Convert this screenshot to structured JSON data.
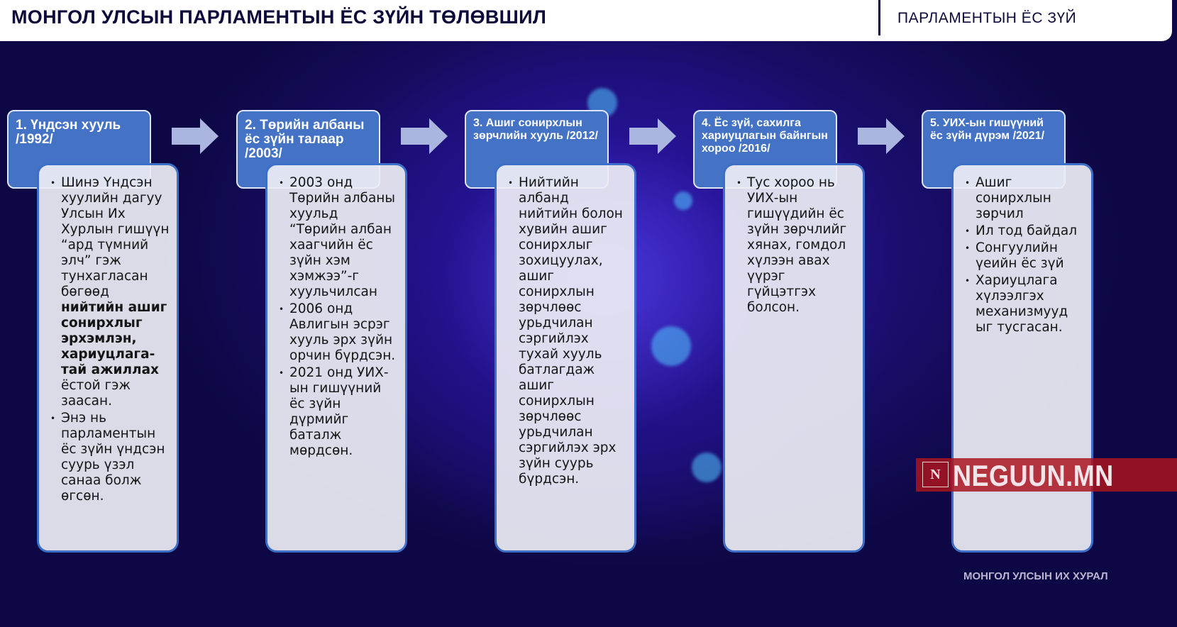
{
  "header": {
    "title": "МОНГОЛ УЛСЫН ПАРЛАМЕНТЫН ЁС ЗҮЙН ТӨЛӨВШИЛ",
    "section": "ПАРЛАМЕНТЫН ЁС ЗҮЙ"
  },
  "steps": [
    {
      "title": "1. Үндсэн хууль /1992/",
      "bullets": [
        {
          "pre": "Шинэ Үндсэн хуулийн дагуу Улсын Их Хурлын гишүүн “ард түмний элч” гэж тунхагласан бөгөөд ",
          "bold": "нийтийн ашиг сонирхлыг эрхэмлэн, хариуцлага-тай ажиллах",
          "post": " ёстой гэж заасан."
        },
        {
          "pre": "Энэ нь парламентын ёс зүйн үндсэн суурь үзэл санаа болж өгсөн."
        }
      ]
    },
    {
      "title": "2. Төрийн албаны ёс зүйн талаар /2003/",
      "bullets": [
        {
          "pre": "2003 онд Төрийн албаны хуульд “Төрийн албан хаагчийн ёс зүйн хэм хэмжээ”-г хуульчилсан"
        },
        {
          "pre": "2006 онд Авлигын эсрэг хууль эрх зүйн орчин бүрдсэн."
        },
        {
          "pre": "2021 онд УИХ-ын гишүүний ёс зүйн дүрмийг баталж мөрдсөн."
        }
      ]
    },
    {
      "title": "3. Ашиг сонирхлын зөрчлийн хууль /2012/",
      "bullets": [
        {
          "pre": "Нийтийн албанд нийтийн болон хувийн ашиг сонирхлыг зохицуулах, ашиг сонирхлын зөрчлөөс урьдчилан сэргийлэх тухай хууль батлагдаж ашиг сонирхлын зөрчлөөс урьдчилан сэргийлэх эрх зүйн суурь бүрдсэн."
        }
      ]
    },
    {
      "title": "4. Ёс зүй, сахилга хариуцлагын байнгын хороо /2016/",
      "bullets": [
        {
          "pre": "Тус хороо нь УИХ-ын гишүүдийн ёс зүйн зөрчлийг хянах, гомдол хүлээн авах үүрэг гүйцэтгэх болсон."
        }
      ]
    },
    {
      "title": "5. УИХ-ын гишүүний ёс зүйн дүрэм /2021/",
      "bullets": [
        {
          "pre": "Ашиг сонирхлын зөрчил"
        },
        {
          "pre": "Ил тод байдал"
        },
        {
          "pre": "Сонгуулийн үеийн ёс зүй"
        },
        {
          "pre": "Хариуцлага хүлээлгэх механизмууд ыг тусгасан."
        }
      ]
    }
  ],
  "watermark": {
    "text": "NEGUUN.MN",
    "logo": "NEGUUN.MN"
  },
  "footer": "МОНГОЛ УЛСЫН ИХ ХУРАЛ"
}
